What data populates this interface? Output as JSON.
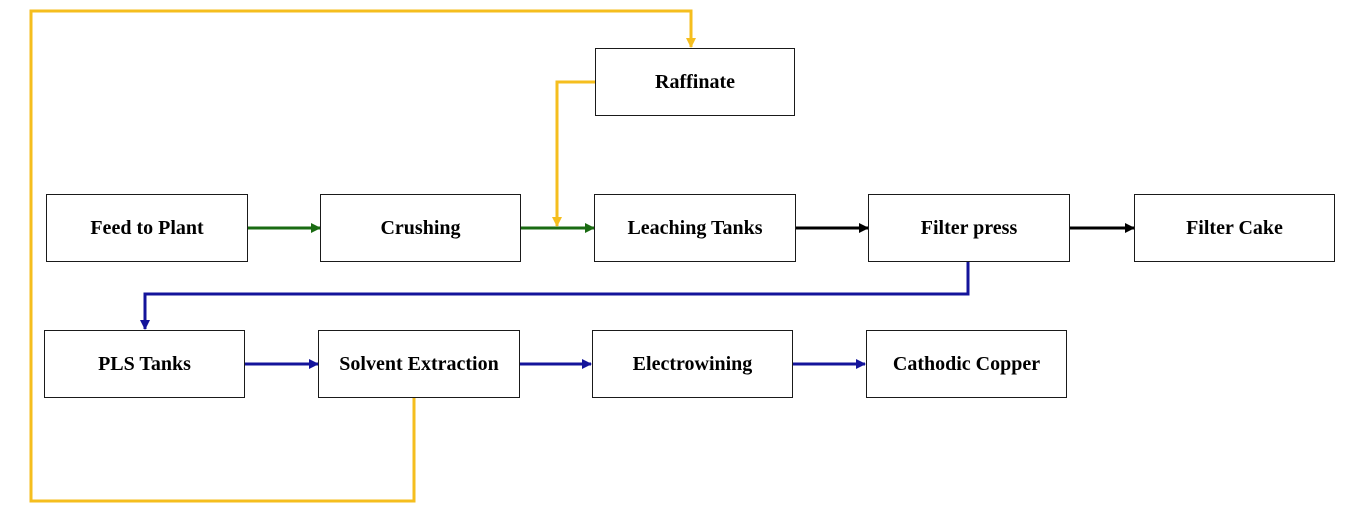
{
  "diagram": {
    "type": "process-flowchart",
    "nodes": [
      {
        "id": "raffinate",
        "label": "Raffinate"
      },
      {
        "id": "feed",
        "label": "Feed to Plant"
      },
      {
        "id": "crushing",
        "label": "Crushing"
      },
      {
        "id": "leaching",
        "label": "Leaching Tanks"
      },
      {
        "id": "filterpress",
        "label": "Filter press"
      },
      {
        "id": "filtercake",
        "label": "Filter Cake"
      },
      {
        "id": "pls",
        "label": "PLS Tanks"
      },
      {
        "id": "sx",
        "label": "Solvent Extraction"
      },
      {
        "id": "ew",
        "label": "Electrowining"
      },
      {
        "id": "copper",
        "label": "Cathodic Copper"
      }
    ],
    "edges": [
      {
        "from": "feed",
        "to": "crushing",
        "color": "green"
      },
      {
        "from": "crushing",
        "to": "leaching",
        "color": "green"
      },
      {
        "from": "raffinate",
        "to": "leaching",
        "color": "yellow"
      },
      {
        "from": "leaching",
        "to": "filterpress",
        "color": "black"
      },
      {
        "from": "filterpress",
        "to": "filtercake",
        "color": "black"
      },
      {
        "from": "filterpress",
        "to": "pls",
        "color": "blue"
      },
      {
        "from": "pls",
        "to": "sx",
        "color": "blue"
      },
      {
        "from": "sx",
        "to": "ew",
        "color": "blue"
      },
      {
        "from": "ew",
        "to": "copper",
        "color": "blue"
      },
      {
        "from": "sx",
        "to": "raffinate",
        "color": "yellow"
      }
    ],
    "colors": {
      "green": "#1a6b12",
      "yellow": "#f5be1e",
      "black": "#000000",
      "blue": "#14149b"
    }
  }
}
